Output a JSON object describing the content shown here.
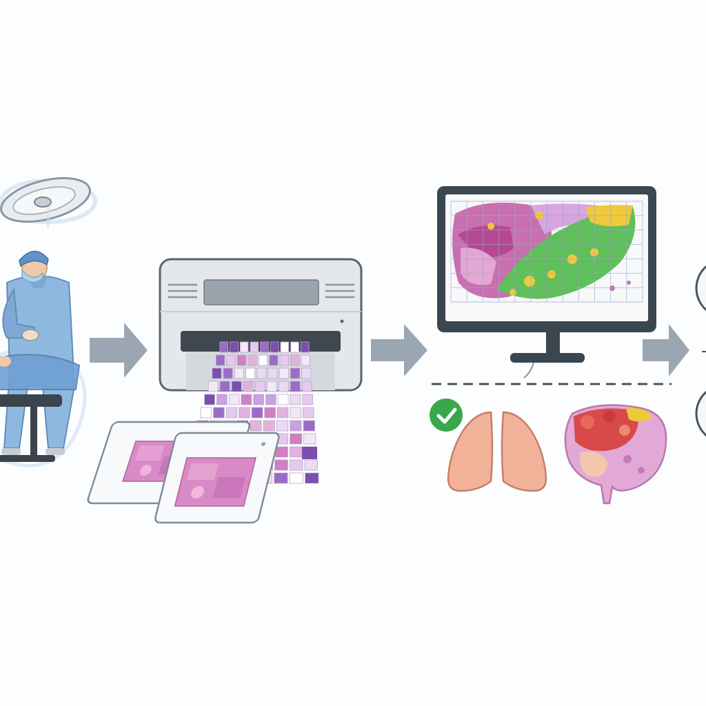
{
  "colors": {
    "background": "#fcfdfe",
    "scrubs": "#8fb8e0",
    "scrubs_dark": "#6f9cc9",
    "arrow": "#9aa7b2",
    "scanner_body": "#e4e7eb",
    "scanner_outline": "#5a636d",
    "monitor_frame": "#3a4650",
    "tissue_pink": "#d77bb6",
    "tissue_green": "#5fbf5a",
    "tissue_yellow": "#f0c93a",
    "check_green": "#3aa84a",
    "lung": "#f2b29a",
    "tumor_red": "#d84a4a"
  },
  "icons": {
    "surgeon": "surgeon-icon",
    "surgical_lamp": "surgical-lamp-icon",
    "scanner": "slide-scanner-icon",
    "monitor": "monitor-icon",
    "lungs": "lungs-icon",
    "tumor": "tumor-organ-icon",
    "check": "check-icon",
    "arrow": "arrow-right-icon"
  },
  "flow_steps": [
    "surgery",
    "slide-scanning",
    "ai-tissue-analysis",
    "outcome"
  ]
}
